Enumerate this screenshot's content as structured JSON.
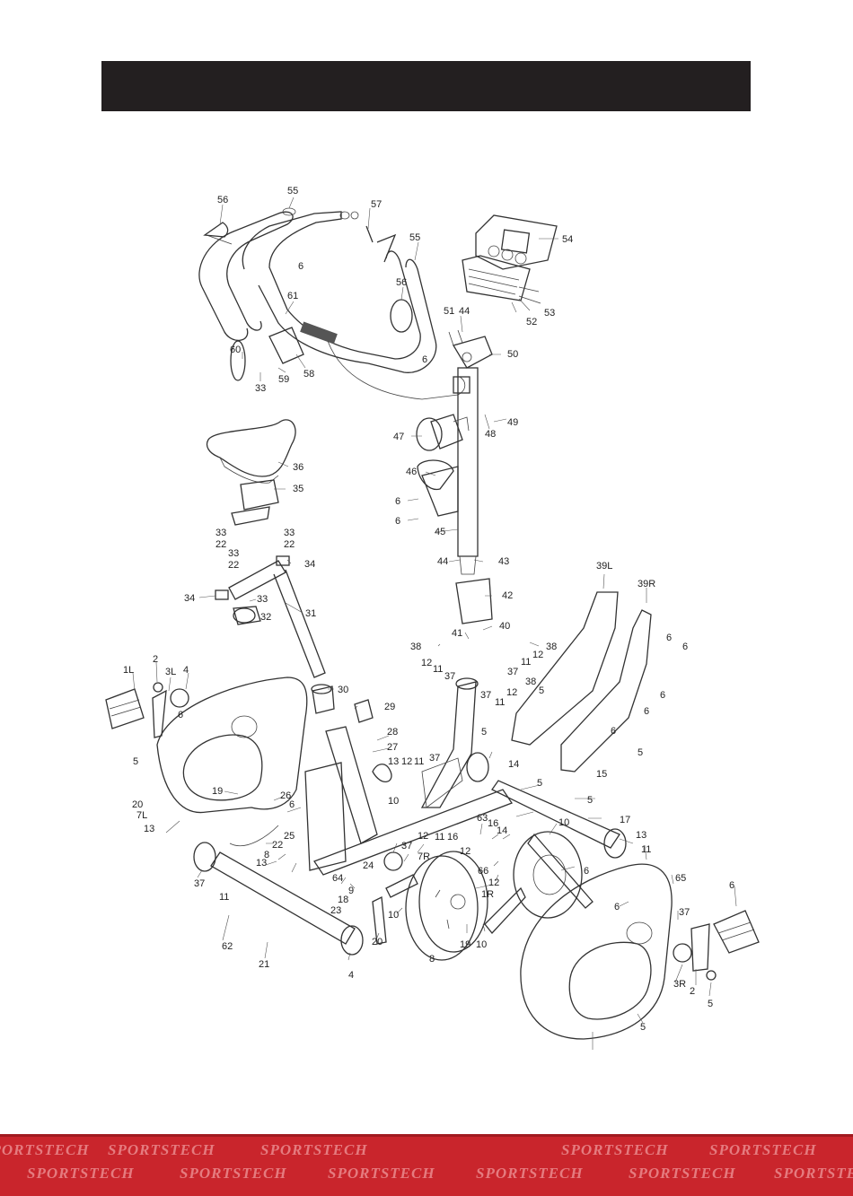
{
  "colors": {
    "header_bar": "#231f20",
    "footer_band": "#c9252c",
    "watermark": "#e57b7f",
    "accent_purple": "#7a4b9a"
  },
  "footer": {
    "brand": "SPORTSTECH"
  },
  "callouts": [
    {
      "id": "c56a",
      "label": "56"
    },
    {
      "id": "c55a",
      "label": "55"
    },
    {
      "id": "c57",
      "label": "57"
    },
    {
      "id": "c6a",
      "label": "6"
    },
    {
      "id": "c55b",
      "label": "55"
    },
    {
      "id": "c54",
      "label": "54"
    },
    {
      "id": "c61",
      "label": "61"
    },
    {
      "id": "c56b",
      "label": "56"
    },
    {
      "id": "c51",
      "label": "51"
    },
    {
      "id": "c44a",
      "label": "44"
    },
    {
      "id": "c53",
      "label": "53"
    },
    {
      "id": "c52",
      "label": "52"
    },
    {
      "id": "c60",
      "label": "60"
    },
    {
      "id": "c33a",
      "label": "33"
    },
    {
      "id": "c59",
      "label": "59"
    },
    {
      "id": "c58",
      "label": "58"
    },
    {
      "id": "c6b",
      "label": "6"
    },
    {
      "id": "c50",
      "label": "50"
    },
    {
      "id": "c49",
      "label": "49"
    },
    {
      "id": "c48",
      "label": "48"
    },
    {
      "id": "c47",
      "label": "47"
    },
    {
      "id": "c36",
      "label": "36"
    },
    {
      "id": "c35",
      "label": "35"
    },
    {
      "id": "c46",
      "label": "46"
    },
    {
      "id": "c6c",
      "label": "6"
    },
    {
      "id": "c6d",
      "label": "6"
    },
    {
      "id": "c33b",
      "label": "33"
    },
    {
      "id": "c33c",
      "label": "33"
    },
    {
      "id": "c22a",
      "label": "22"
    },
    {
      "id": "c22b",
      "label": "22"
    },
    {
      "id": "c33d",
      "label": "33"
    },
    {
      "id": "c22c",
      "label": "22"
    },
    {
      "id": "c34a",
      "label": "34"
    },
    {
      "id": "c45",
      "label": "45"
    },
    {
      "id": "c44b",
      "label": "44"
    },
    {
      "id": "c43",
      "label": "43"
    },
    {
      "id": "c39L",
      "label": "39L"
    },
    {
      "id": "c39R",
      "label": "39R"
    },
    {
      "id": "c34b",
      "label": "34"
    },
    {
      "id": "c33e",
      "label": "33"
    },
    {
      "id": "c31",
      "label": "31"
    },
    {
      "id": "c32",
      "label": "32"
    },
    {
      "id": "c42",
      "label": "42"
    },
    {
      "id": "c40",
      "label": "40"
    },
    {
      "id": "c41",
      "label": "41"
    },
    {
      "id": "c38a",
      "label": "38"
    },
    {
      "id": "c38b",
      "label": "38"
    },
    {
      "id": "c6e",
      "label": "6"
    },
    {
      "id": "c6f",
      "label": "6"
    },
    {
      "id": "c12a",
      "label": "12"
    },
    {
      "id": "c11a",
      "label": "11"
    },
    {
      "id": "c37a",
      "label": "37"
    },
    {
      "id": "c12b",
      "label": "12"
    },
    {
      "id": "c11b",
      "label": "11"
    },
    {
      "id": "c37b",
      "label": "37"
    },
    {
      "id": "c38c",
      "label": "38"
    },
    {
      "id": "c1L",
      "label": "1L"
    },
    {
      "id": "c2a",
      "label": "2"
    },
    {
      "id": "c3L",
      "label": "3L"
    },
    {
      "id": "c4a",
      "label": "4"
    },
    {
      "id": "c30",
      "label": "30"
    },
    {
      "id": "c37c",
      "label": "37"
    },
    {
      "id": "c11c",
      "label": "11"
    },
    {
      "id": "c12c",
      "label": "12"
    },
    {
      "id": "c5a",
      "label": "5"
    },
    {
      "id": "c6g",
      "label": "6"
    },
    {
      "id": "c6h",
      "label": "6"
    },
    {
      "id": "c29",
      "label": "29"
    },
    {
      "id": "c6i",
      "label": "6"
    },
    {
      "id": "c5b",
      "label": "5"
    },
    {
      "id": "c28",
      "label": "28"
    },
    {
      "id": "c27",
      "label": "27"
    },
    {
      "id": "c6j",
      "label": "6"
    },
    {
      "id": "c5c",
      "label": "5"
    },
    {
      "id": "c13a",
      "label": "13"
    },
    {
      "id": "c12d",
      "label": "12"
    },
    {
      "id": "c11d",
      "label": "11"
    },
    {
      "id": "c37d",
      "label": "37"
    },
    {
      "id": "c14a",
      "label": "14"
    },
    {
      "id": "c5d",
      "label": "5"
    },
    {
      "id": "c15",
      "label": "15"
    },
    {
      "id": "c5e",
      "label": "5"
    },
    {
      "id": "c19a",
      "label": "19"
    },
    {
      "id": "c26",
      "label": "26"
    },
    {
      "id": "c10a",
      "label": "10"
    },
    {
      "id": "c5f",
      "label": "5"
    },
    {
      "id": "c20a",
      "label": "20"
    },
    {
      "id": "c6k",
      "label": "6"
    },
    {
      "id": "c7L",
      "label": "7L"
    },
    {
      "id": "c13b",
      "label": "13"
    },
    {
      "id": "c12e",
      "label": "12"
    },
    {
      "id": "c11e",
      "label": "11"
    },
    {
      "id": "c16a",
      "label": "16"
    },
    {
      "id": "c63",
      "label": "63"
    },
    {
      "id": "c10b",
      "label": "10"
    },
    {
      "id": "c17",
      "label": "17"
    },
    {
      "id": "c16b",
      "label": "16"
    },
    {
      "id": "c14b",
      "label": "14"
    },
    {
      "id": "c13c",
      "label": "13"
    },
    {
      "id": "c25",
      "label": "25"
    },
    {
      "id": "c37e",
      "label": "37"
    },
    {
      "id": "c12f",
      "label": "12"
    },
    {
      "id": "c22d",
      "label": "22"
    },
    {
      "id": "c24",
      "label": "24"
    },
    {
      "id": "c7R",
      "label": "7R"
    },
    {
      "id": "c11f",
      "label": "11"
    },
    {
      "id": "c8a",
      "label": "8"
    },
    {
      "id": "c37f",
      "label": "37"
    },
    {
      "id": "c13d",
      "label": "13"
    },
    {
      "id": "c64",
      "label": "64"
    },
    {
      "id": "c66",
      "label": "66"
    },
    {
      "id": "c6l",
      "label": "6"
    },
    {
      "id": "c65",
      "label": "65"
    },
    {
      "id": "c12g",
      "label": "12"
    },
    {
      "id": "c9",
      "label": "9"
    },
    {
      "id": "c11g",
      "label": "11"
    },
    {
      "id": "c18",
      "label": "18"
    },
    {
      "id": "c1R",
      "label": "1R"
    },
    {
      "id": "c6m",
      "label": "6"
    },
    {
      "id": "c6n",
      "label": "6"
    },
    {
      "id": "c37g",
      "label": "37"
    },
    {
      "id": "c23",
      "label": "23"
    },
    {
      "id": "c10c",
      "label": "10"
    },
    {
      "id": "c62",
      "label": "62"
    },
    {
      "id": "c20b",
      "label": "20"
    },
    {
      "id": "c19b",
      "label": "19"
    },
    {
      "id": "c10d",
      "label": "10"
    },
    {
      "id": "c21",
      "label": "21"
    },
    {
      "id": "c8b",
      "label": "8"
    },
    {
      "id": "c4b",
      "label": "4"
    },
    {
      "id": "c3R",
      "label": "3R"
    },
    {
      "id": "c2b",
      "label": "2"
    },
    {
      "id": "c5g",
      "label": "5"
    },
    {
      "id": "c5h",
      "label": "5"
    }
  ]
}
